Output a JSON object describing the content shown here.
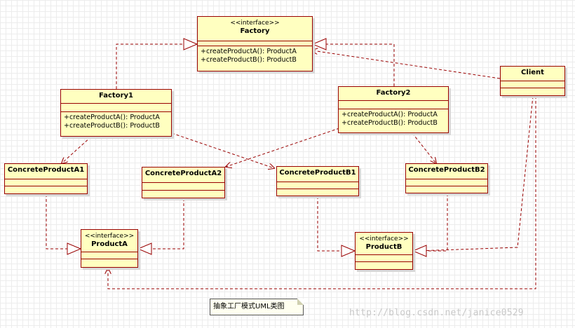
{
  "classes": {
    "factory": {
      "stereotype": "<<interface>>",
      "name": "Factory",
      "operations": [
        "+createProductA(): ProductA",
        "+createProductB(): ProductB"
      ]
    },
    "factory1": {
      "name": "Factory1",
      "operations": [
        "+createProductA(): ProductA",
        "+createProductB(): ProductB"
      ]
    },
    "factory2": {
      "name": "Factory2",
      "operations": [
        "+createProductA(): ProductA",
        "+createProductB(): ProductB"
      ]
    },
    "client": {
      "name": "Client"
    },
    "concrete_a1": {
      "name": "ConcreteProductA1"
    },
    "concrete_a2": {
      "name": "ConcreteProductA2"
    },
    "concrete_b1": {
      "name": "ConcreteProductB1"
    },
    "concrete_b2": {
      "name": "ConcreteProductB2"
    },
    "product_a": {
      "stereotype": "<<interface>>",
      "name": "ProductA"
    },
    "product_b": {
      "stereotype": "<<interface>>",
      "name": "ProductB"
    }
  },
  "note": {
    "text": "抽象工厂模式UML类图"
  },
  "watermark": "http://blog.csdn.net/janice0529",
  "colors": {
    "line": "#990000",
    "fill": "#ffffc0"
  }
}
